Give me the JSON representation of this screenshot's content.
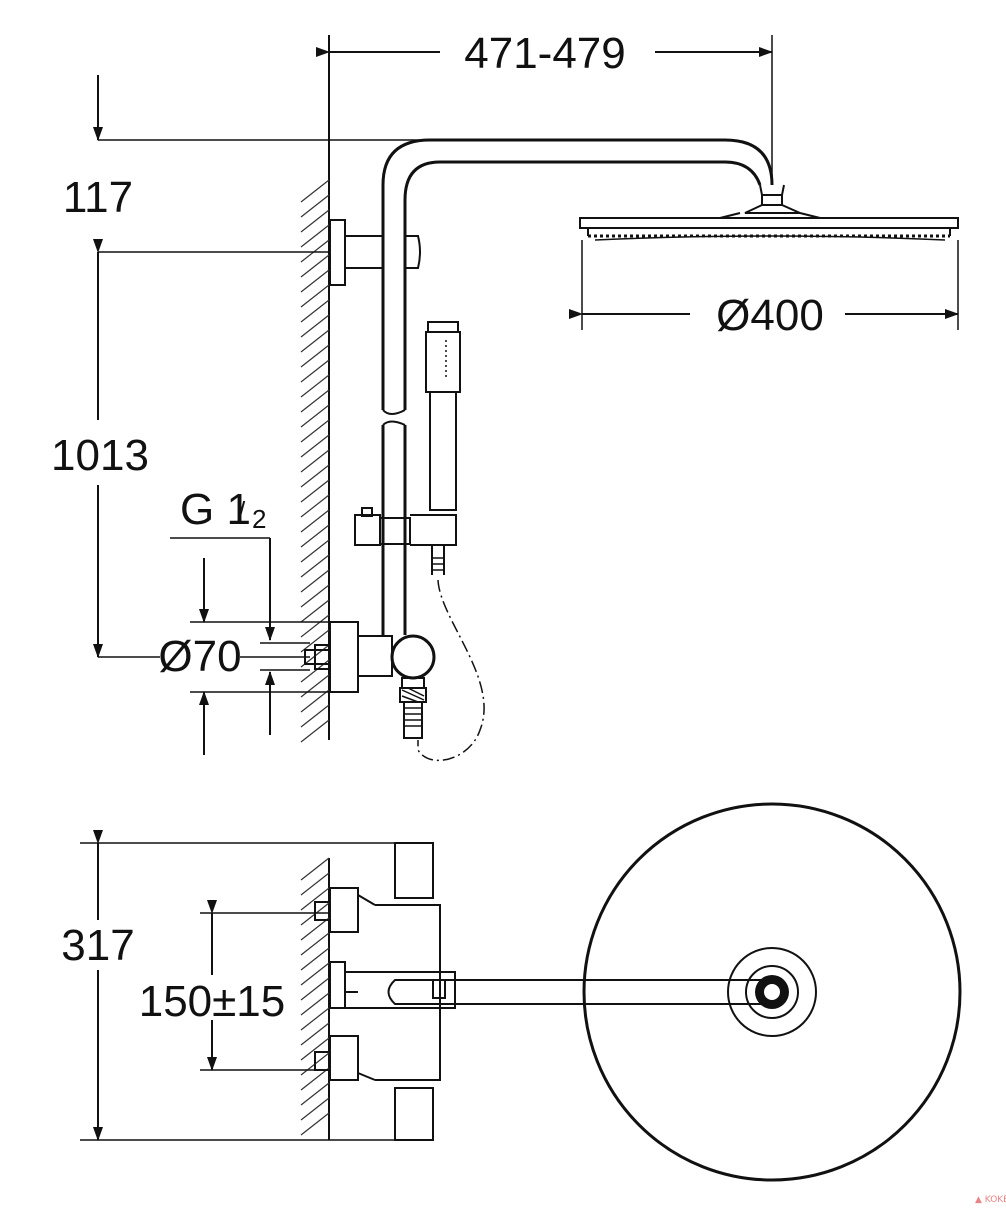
{
  "dimensions": {
    "arm_projection": "471-479",
    "top_offset": "117",
    "bar_height": "1013",
    "head_diameter": "Ø400",
    "thread_main": "G 1",
    "thread_fraction": "/",
    "thread_denominator": "2",
    "flange_diameter": "Ø70",
    "depth": "317",
    "centers": "150±15"
  },
  "colors": {
    "ink": "#111111",
    "background": "#ffffff"
  }
}
